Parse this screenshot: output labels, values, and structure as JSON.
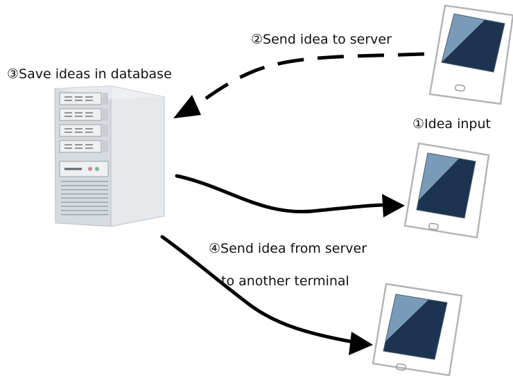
{
  "labels": {
    "step1": "①Idea input",
    "step2": "②Send idea to server",
    "step3": "③Save ideas in database",
    "step4_line1": "④Send idea from server",
    "step4_line2": "to another terminal"
  },
  "colors": {
    "tablet_body": "#ffffff",
    "tablet_outline": "#b7b7b7",
    "screen_dark": "#1d3450",
    "screen_light": "#7a9bb8",
    "server_light": "#e9ecef",
    "server_mid": "#d3d8dd",
    "server_dark": "#aeb4ba",
    "arrow": "#000000"
  },
  "icons": {
    "server": "server-tower-icon",
    "tablet": "tablet-icon"
  }
}
